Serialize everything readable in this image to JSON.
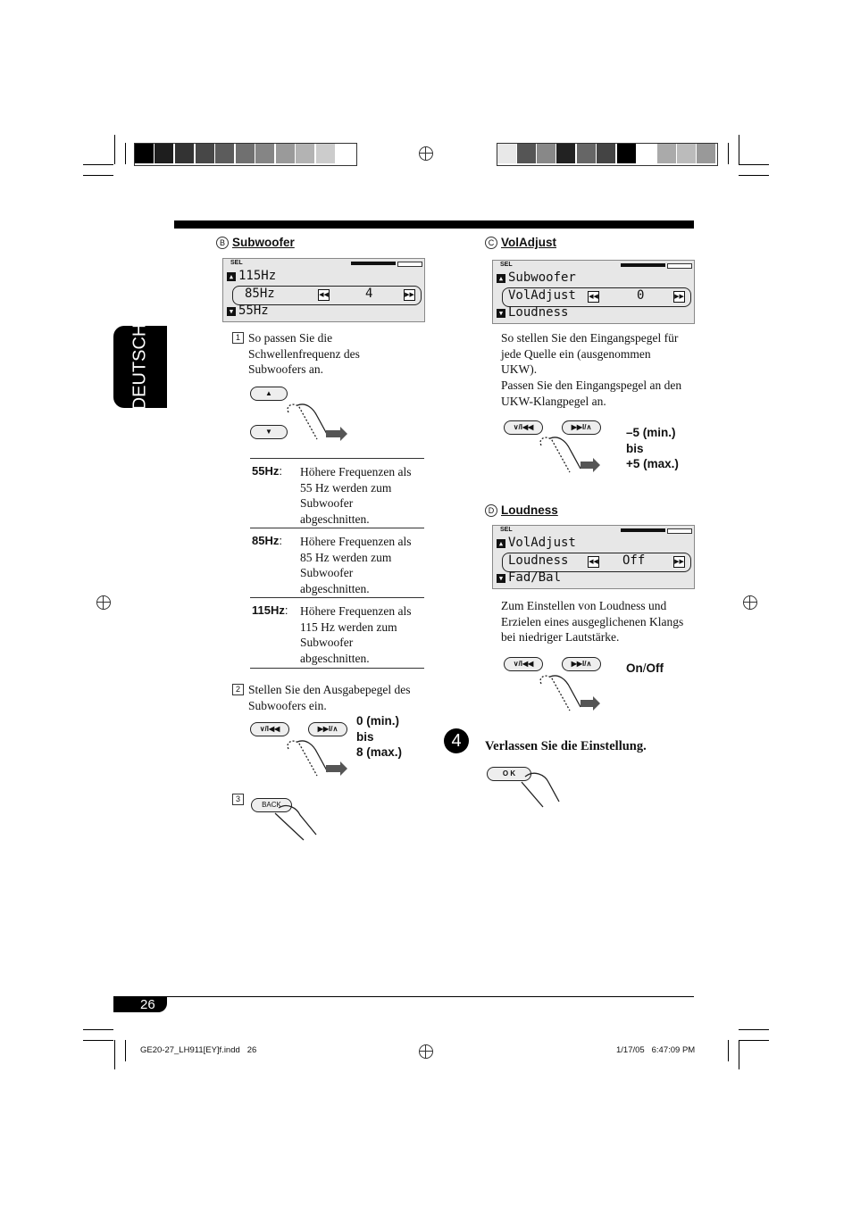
{
  "side_tab": {
    "label": "DEUTSCH"
  },
  "section_b": {
    "letter": "B",
    "title": "Subwoofer",
    "lcd": {
      "sel": "SEL",
      "row1": "115Hz",
      "row2": "85Hz",
      "row2_value": "4",
      "row3": "55Hz"
    },
    "step1": {
      "num": "1",
      "text": "So passen Sie die Schwellenfrequenz des Subwoofers an."
    },
    "table": [
      {
        "key": "55Hz",
        "sep": ":",
        "desc": "Höhere Frequenzen als 55 Hz werden zum Subwoofer abgeschnitten."
      },
      {
        "key": "85Hz",
        "sep": ":",
        "desc": "Höhere Frequenzen als 85 Hz werden zum Subwoofer abgeschnitten."
      },
      {
        "key": "115Hz",
        "sep": ":",
        "desc": "Höhere Frequenzen als 115 Hz werden zum Subwoofer abgeschnitten."
      }
    ],
    "step2": {
      "num": "2",
      "text": "Stellen Sie den Ausgabepegel des Subwoofers ein.",
      "range_min": "0 (min.)",
      "range_bis": "bis",
      "range_max": "8 (max.)"
    },
    "step3": {
      "num": "3",
      "button": "BACK"
    }
  },
  "section_c": {
    "letter": "C",
    "title": "VolAdjust",
    "lcd": {
      "sel": "SEL",
      "row1": "Subwoofer",
      "row2": "VolAdjust",
      "row2_value": "0",
      "row3": "Loudness"
    },
    "text1": "So stellen Sie den Eingangspegel für jede Quelle ein (ausgenommen UKW).",
    "text2": "Passen Sie den Eingangspegel an den UKW-Klangpegel an.",
    "range_min": "–5 (min.)",
    "range_bis": "bis",
    "range_max": "+5 (max.)"
  },
  "section_d": {
    "letter": "D",
    "title": "Loudness",
    "lcd": {
      "sel": "SEL",
      "row1": "VolAdjust",
      "row2": "Loudness",
      "row2_value": "Off",
      "row3": "Fad/Bal"
    },
    "text": "Zum Einstellen von Loudness und Erzielen eines ausgeglichenen Klangs bei niedriger Lautstärke.",
    "onoff_on": "On",
    "onoff_sep": "/",
    "onoff_off": "Off"
  },
  "step4": {
    "num": "4",
    "text": "Verlassen Sie die Einstellung.",
    "button": "O K"
  },
  "footer": {
    "page_number": "26",
    "file": "GE20-27_LH911[EY]f.indd   26",
    "timestamp": "1/17/05   6:47:09 PM"
  },
  "buttons": {
    "down_prev": "∨/I◀◀",
    "up_next": "▶▶I/∧"
  },
  "colors": {
    "black": "#000000",
    "tab_bg": "#000000"
  }
}
